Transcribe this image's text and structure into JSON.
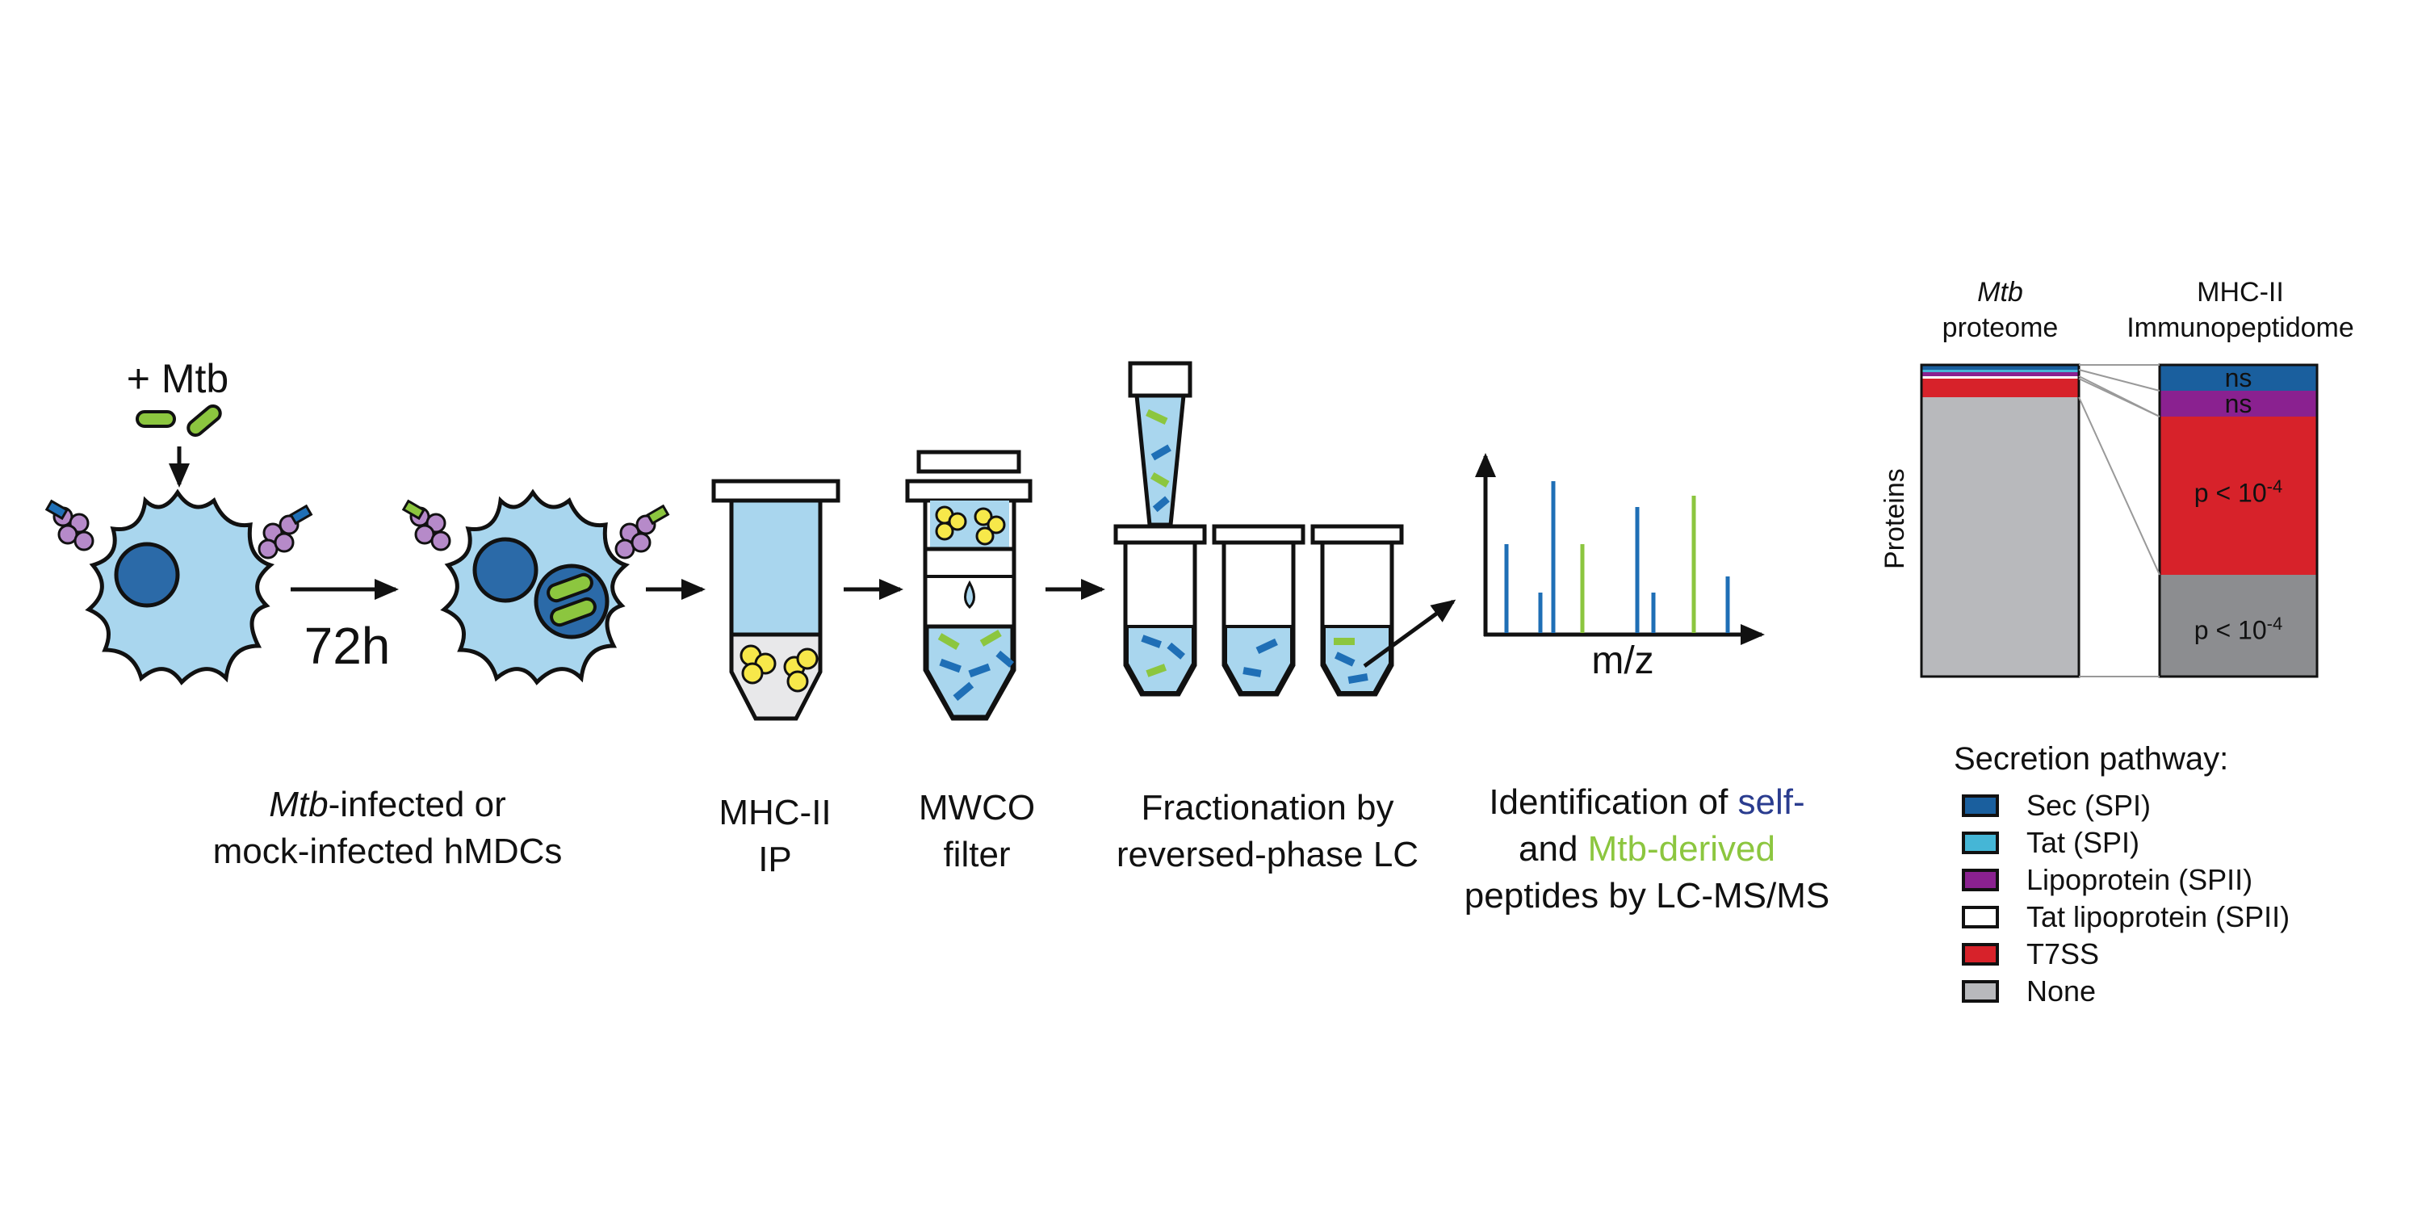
{
  "workflow": {
    "infection_label": "+ Mtb",
    "duration_label": "72h",
    "step1_italic": "Mtb",
    "step1_rest": "-infected or",
    "step1_line2": "mock-infected hMDCs",
    "step2_line1": "MHC-II",
    "step2_line2": "IP",
    "step3_line1": "MWCO",
    "step3_line2": "filter",
    "step4_line1": "Fractionation by",
    "step4_line2": "reversed-phase LC",
    "step5_line1_a": "Identification of ",
    "step5_line1_b": "self-",
    "step5_line2_a": "and ",
    "step5_line2_b": "Mtb-derived",
    "step5_line3": "peptides by LC-MS/MS",
    "spectrum_xlabel": "m/z"
  },
  "colors": {
    "cell_fill": "#a9d6ee",
    "nucleus": "#2b6aa8",
    "mtb_green": "#8cc63f",
    "self_blue": "#2a3c8f",
    "peptide_blue": "#1f6fb6",
    "mhc_purple": "#b68ac9",
    "bead_yellow": "#f7e84a",
    "sec": "#1a5f9e",
    "tat": "#45b6d6",
    "lipoprotein": "#8a2190",
    "tat_lipoprotein": "#ffffff",
    "t7ss": "#d7222a",
    "none": "#b8b9bc",
    "none_dark": "#8c8d90"
  },
  "chart": {
    "y_label": "Proteins",
    "col1_italic": "Mtb",
    "col1_line2": "proteome",
    "col2_line1": "MHC-II",
    "col2_line2": "Immunopeptidome",
    "seg_sec": "ns",
    "seg_lipo": "ns",
    "seg_t7ss_base": "p < 10",
    "seg_t7ss_exp": "-4",
    "seg_none_base": "p < 10",
    "seg_none_exp": "-4"
  },
  "legend": {
    "title": "Secretion pathway:",
    "items": [
      {
        "label": "Sec (SPI)",
        "color": "#1a5f9e"
      },
      {
        "label": "Tat (SPI)",
        "color": "#45b6d6"
      },
      {
        "label": "Lipoprotein (SPII)",
        "color": "#8a2190"
      },
      {
        "label": "Tat lipoprotein (SPII)",
        "color": "#ffffff"
      },
      {
        "label": "T7SS",
        "color": "#d7222a"
      },
      {
        "label": "None",
        "color": "#b8b9bc"
      }
    ]
  }
}
